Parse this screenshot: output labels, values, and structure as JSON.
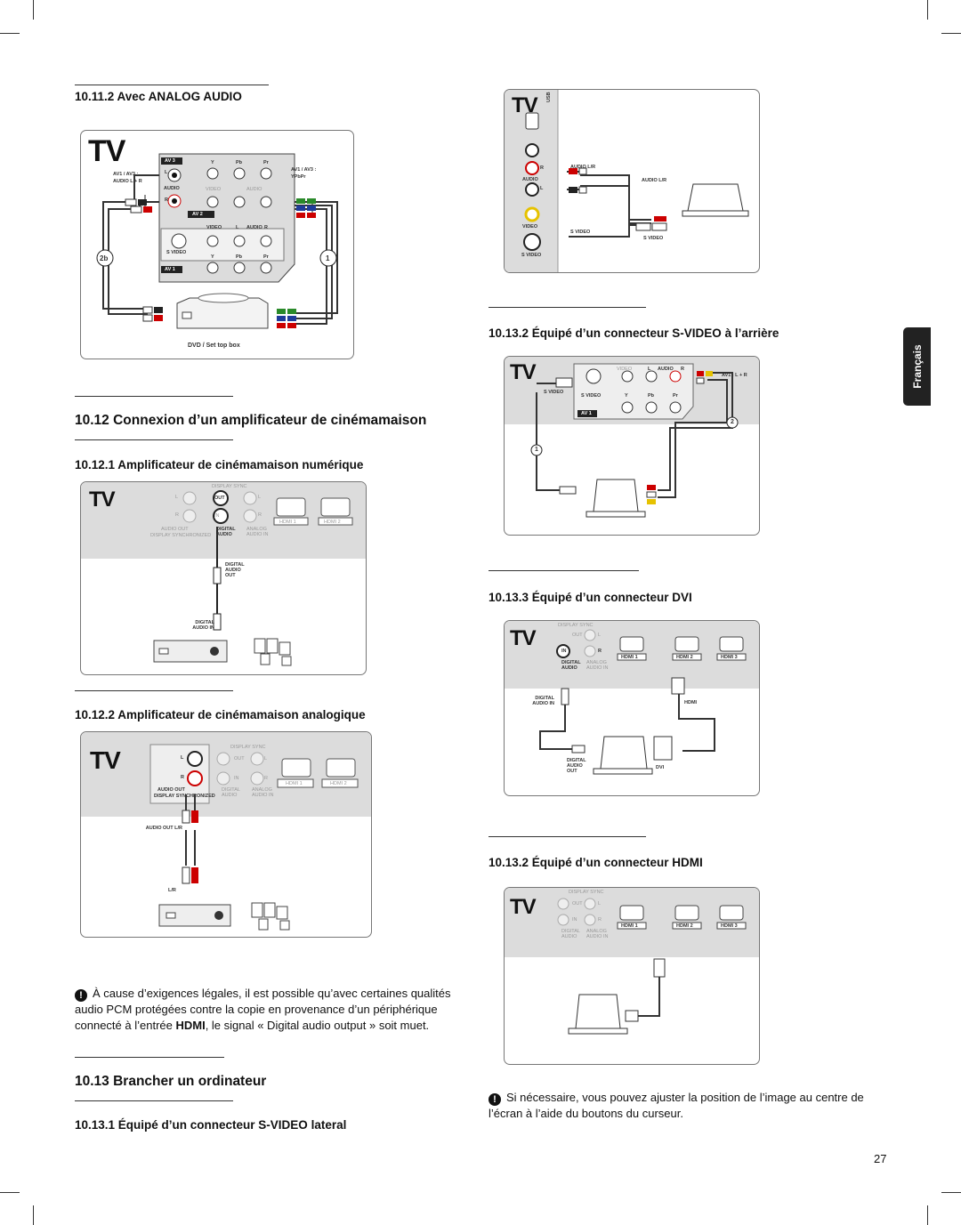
{
  "sections": {
    "s_10_11_2": "10.11.2  Avec ANALOG AUDIO",
    "s_10_12": "10.12 Connexion d’un amplificateur de cinémamaison",
    "s_10_12_1": "10.12.1  Amplificateur de cinémamaison numérique",
    "s_10_12_2": "10.12.2  Amplificateur de cinémamaison analogique",
    "s_10_13": "10.13  Brancher un ordinateur",
    "s_10_13_1": "10.13.1  Équipé d’un connecteur S-VIDEO lateral",
    "s_10_13_2a": "10.13.2 Équipé d’un connecteur S-VIDEO à l’arrière",
    "s_10_13_3": "10.13.3 Équipé d’un connecteur DVI",
    "s_10_13_2b": "10.13.2  Équipé d’un connecteur HDMI"
  },
  "notes": {
    "note1_a": "À cause d’exigences légales, il est possible qu’avec certaines qualités audio PCM protégées contre la copie en provenance d’un périphérique connecté à l’entrée ",
    "note1_bold": "HDMI",
    "note1_b": ", le signal « Digital audio output » soit muet.",
    "note2": "Si nécessaire, vous pouvez ajuster la position de l’image au centre de l’écran à l’aide du boutons du curseur."
  },
  "language_tab": "Français",
  "page_number": "27",
  "labels": {
    "tv": "TV",
    "av3": "AV 3",
    "av2": "AV 2",
    "av1": "AV 1",
    "av1_av3_audio": "AV1 / AV3 :",
    "audio_lr": "AUDIO L + R",
    "av1_av3_ypbpr": "AV1 / AV3 :",
    "ypbpr": "YPbPr",
    "dvd": "DVD / Set top box",
    "badge_2b": "2b",
    "badge_1": "1",
    "badge_2": "2",
    "y": "Y",
    "pb": "Pb",
    "pr": "Pr",
    "l": "L",
    "r": "R",
    "audio": "AUDIO",
    "video": "VIDEO",
    "svideo": "S VIDEO",
    "s_video": "S  VIDEO",
    "display_sync": "DISPLAY SYNC",
    "out": "OUT",
    "in": "IN",
    "hdmi1": "HDMI 1",
    "hdmi2": "HDMI 2",
    "hdmi3": "HDMI 3",
    "audio_out": "AUDIO OUT",
    "display_synchronized": "DISPLAY SYNCHRONIZED",
    "digital_audio": "DIGITAL AUDIO",
    "analog_audio_in": "ANALOG AUDIO IN",
    "digital_audio_out_label": "DIGITAL AUDIO OUT",
    "digital_audio_in_label": "DIGITAL AUDIO IN",
    "audio_out_lr": "AUDIO OUT L/R",
    "lr": "L/R",
    "usb": "USB",
    "audio_lr_cable": "AUDIO L/R",
    "av1_lr": "AV1 : L + R",
    "hdmi": "HDMI",
    "dvi": "DVI",
    "digital": "DIGITAL",
    "audio_word": "AUDIO"
  }
}
